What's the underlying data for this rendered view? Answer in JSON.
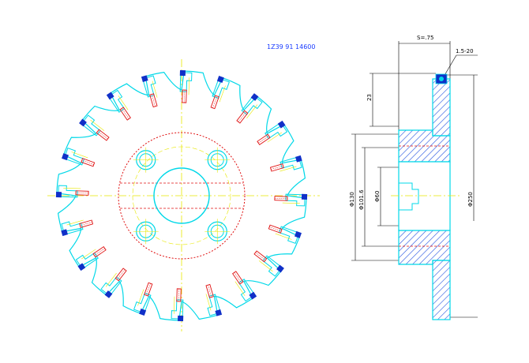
{
  "part_number": "1Z39 91 14600",
  "dimensions": {
    "width_top": "S=.75",
    "chamfer": "1.5-20",
    "height_side": "23",
    "dia_outer": "Φ130",
    "dia_step": "Φ101.6",
    "dia_bore": "Φ60",
    "dia_cutter": "Φ250"
  },
  "colors": {
    "outline": "#00d8e8",
    "red": "#e01010",
    "blue": "#1030c8",
    "centerline": "#e8e800",
    "dim": "#000000",
    "hatch": "#2050e0"
  }
}
